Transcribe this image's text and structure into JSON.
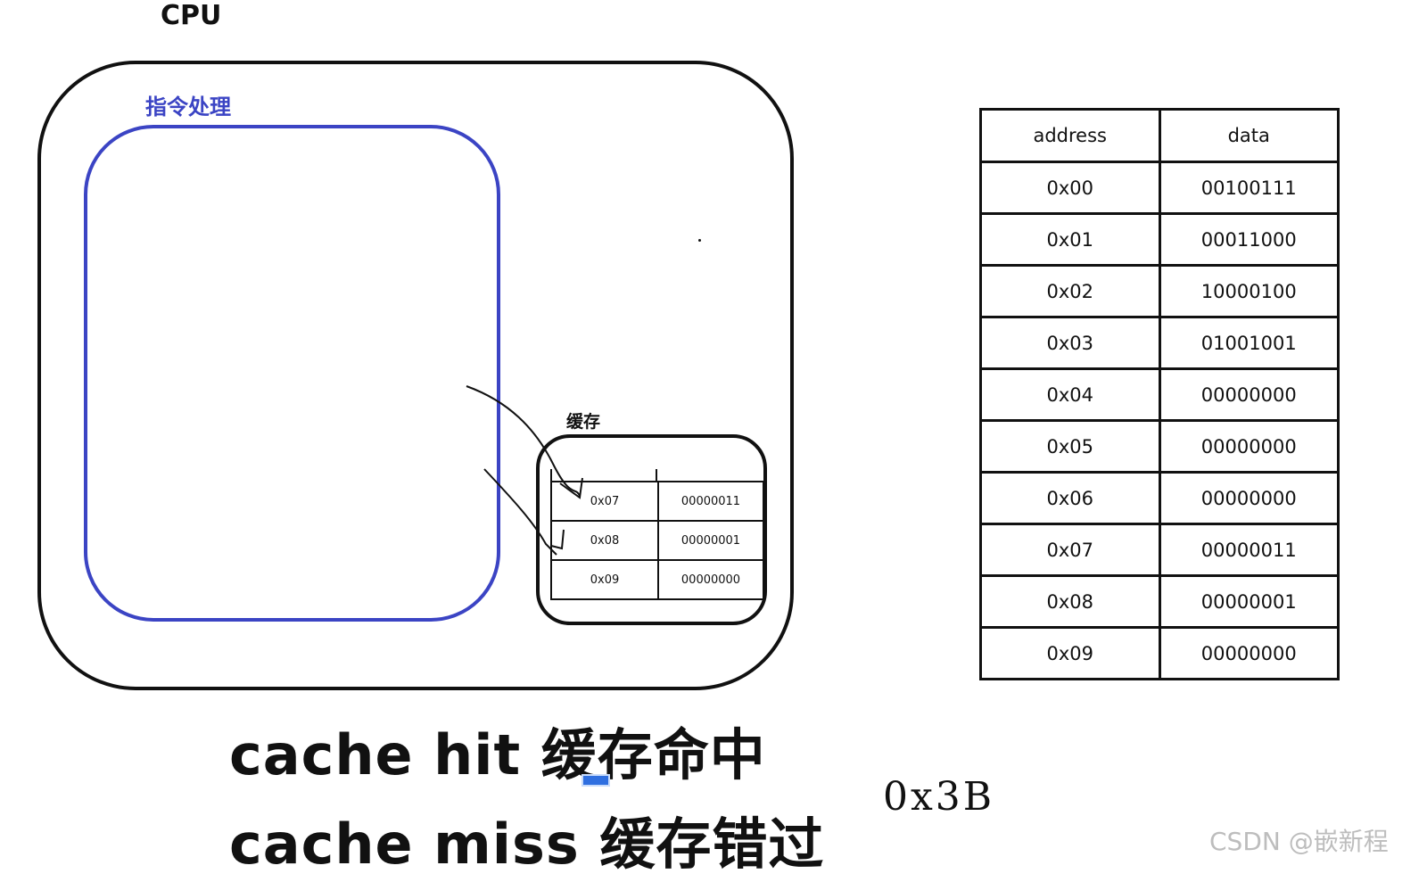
{
  "cpu": {
    "title": "CPU",
    "instruction_label": "指令处理",
    "cache_label": "缓存",
    "cache_rows": [
      {
        "address": "0x07",
        "data": "00000011"
      },
      {
        "address": "0x08",
        "data": "00000001"
      },
      {
        "address": "0x09",
        "data": "00000000"
      }
    ]
  },
  "memory": {
    "headers": {
      "address": "address",
      "data": "data"
    },
    "rows": [
      {
        "address": "0x00",
        "data": "00100111"
      },
      {
        "address": "0x01",
        "data": "00011000"
      },
      {
        "address": "0x02",
        "data": "10000100"
      },
      {
        "address": "0x03",
        "data": "01001001"
      },
      {
        "address": "0x04",
        "data": "00000000"
      },
      {
        "address": "0x05",
        "data": "00000000"
      },
      {
        "address": "0x06",
        "data": "00000000"
      },
      {
        "address": "0x07",
        "data": "00000011"
      },
      {
        "address": "0x08",
        "data": "00000001"
      },
      {
        "address": "0x09",
        "data": "00000000"
      }
    ]
  },
  "captions": {
    "hit": "cache hit 缓存命中",
    "miss": "cache miss 缓存错过"
  },
  "handwritten_note": "0x3B",
  "watermark": "CSDN @嵌新程",
  "colors": {
    "instruction_box": "#3b44c4",
    "outline": "#111111",
    "marker": "#2f6fe0"
  }
}
